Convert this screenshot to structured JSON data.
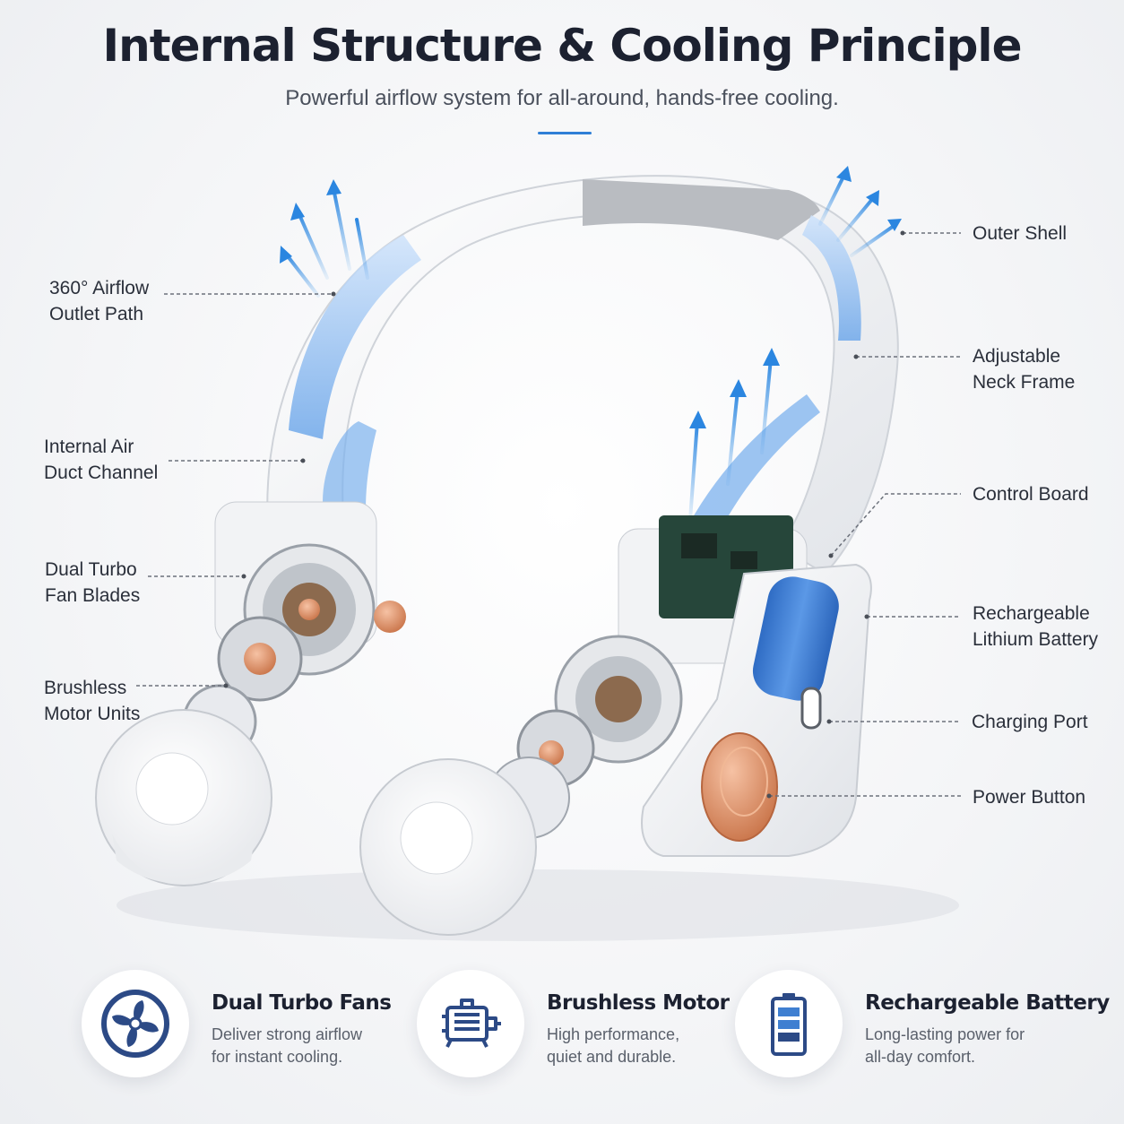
{
  "header": {
    "title": "Internal Structure & Cooling Principle",
    "subtitle": "Powerful airflow system for all-around, hands-free cooling."
  },
  "callouts": {
    "airflow": "360° Airflow\nOutlet Path",
    "duct": "Internal Air\nDuct Channel",
    "fan_blades": "Dual Turbo\nFan Blades",
    "motor": "Brushless\nMotor Units",
    "outer_shell": "Outer Shell",
    "neck_frame": "Adjustable\nNeck Frame",
    "control_board": "Control Board",
    "battery": "Rechargeable\nLithium Battery",
    "charging_port": "Charging Port",
    "power_button": "Power Button"
  },
  "features": [
    {
      "title": "Dual Turbo Fans",
      "desc": "Deliver strong airflow\nfor instant cooling.",
      "icon": "fan-icon"
    },
    {
      "title": "Brushless Motor",
      "desc": "High performance,\nquiet and durable.",
      "icon": "motor-icon"
    },
    {
      "title": "Rechargeable Battery",
      "desc": "Long-lasting power for\nall-day comfort.",
      "icon": "battery-icon"
    }
  ],
  "colors": {
    "accent": "#2f7fd6",
    "airflow": "#4a9be8",
    "icon_navy": "#2c4a86",
    "battery_blue": "#3f7fd1",
    "copper": "#d98a62",
    "shell_white": "#f7f8fa",
    "shell_gray": "#b9bcc1"
  }
}
